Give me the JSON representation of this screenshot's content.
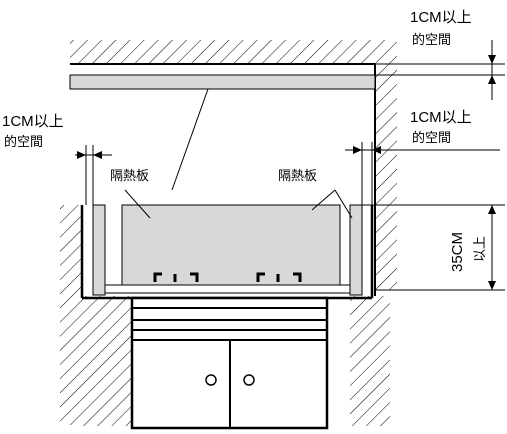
{
  "labels": {
    "top_gap_line1": "1CM以上",
    "top_gap_line2": "的空間",
    "left_gap_line1": "1CM以上",
    "left_gap_line2": "的空間",
    "right_gap_line1": "1CM以上",
    "right_gap_line2": "的空間",
    "heat_board_left": "隔熱板",
    "heat_board_right": "隔熱板",
    "height_value": "35CM",
    "height_suffix": "以上"
  },
  "colors": {
    "line": "#000000",
    "panel_fill": "#d8d8d8",
    "hatch": "#000000"
  }
}
